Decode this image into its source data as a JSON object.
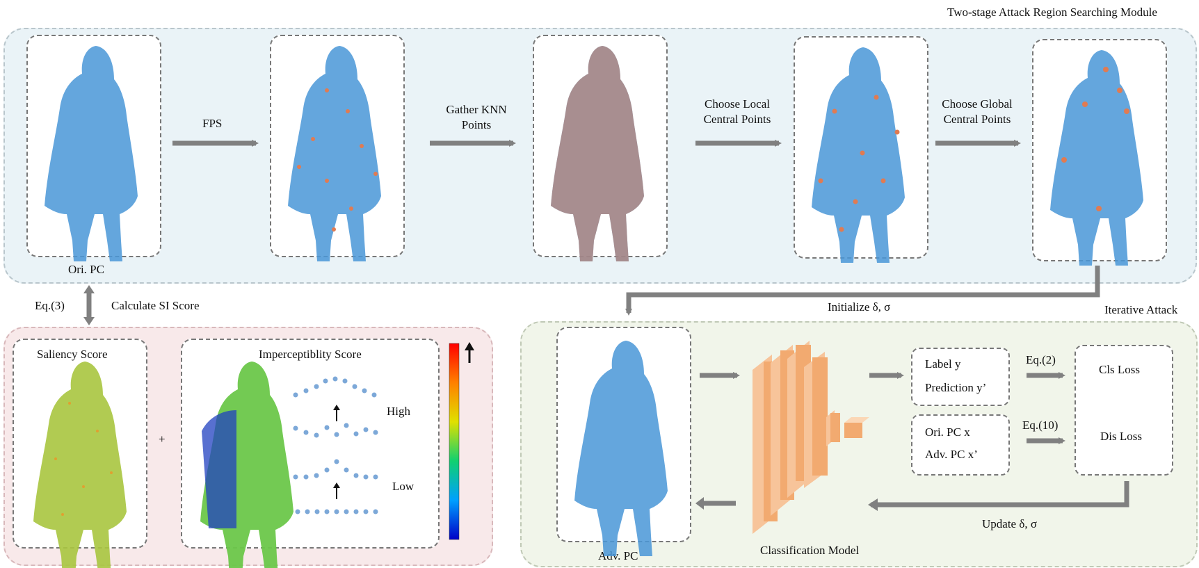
{
  "modules": {
    "search_title": "Two-stage Attack Region Searching Module",
    "iterative_title": "Iterative Attack"
  },
  "top_row": {
    "ori_pc": "Ori. PC",
    "fps": "FPS",
    "gather_line1": "Gather KNN",
    "gather_line2": "Points",
    "local_line1": "Choose Local",
    "local_line2": "Central Points",
    "global_line1": "Choose Global",
    "global_line2": "Central Points"
  },
  "si": {
    "eq3": "Eq.(3)",
    "calc": "Calculate SI Score",
    "saliency": "Saliency Score",
    "imperceptibility": "Imperceptiblity Score",
    "plus": "+",
    "high": "High",
    "low": "Low"
  },
  "attack": {
    "initialize": "Initialize δ, σ",
    "adv_pc": "Adv. PC",
    "model": "Classification Model",
    "label_y": "Label  y",
    "prediction": "Prediction  y’",
    "ori_x": "Ori. PC  x",
    "adv_x": "Adv. PC  x’",
    "eq2": "Eq.(2)",
    "eq10": "Eq.(10)",
    "cls_loss": "Cls Loss",
    "dis_loss": "Dis Loss",
    "update": "Update δ, σ"
  },
  "colors": {
    "point_blue": "#3a8fd6",
    "point_orange": "#e07b52",
    "arrow_gray": "#808080",
    "model_orange": "#f0a36a"
  }
}
